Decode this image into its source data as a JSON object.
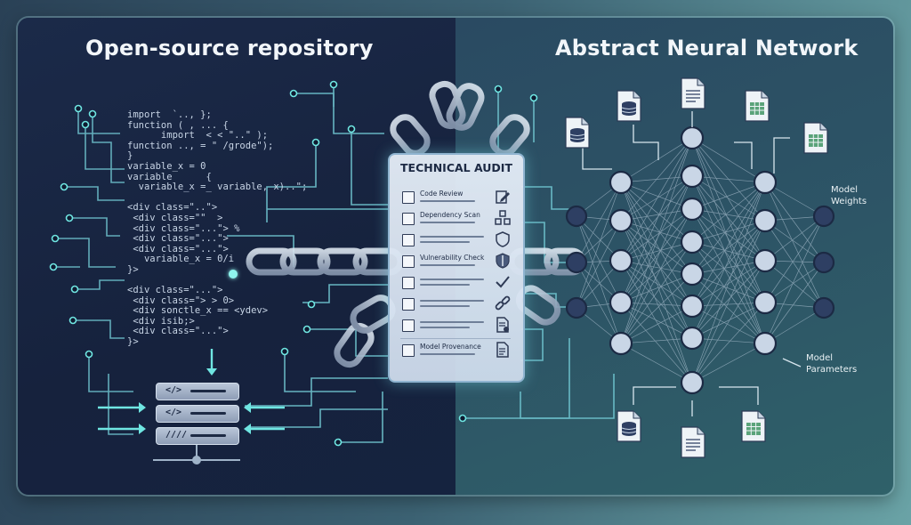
{
  "titles": {
    "left": "Open-source repository",
    "right": "Abstract Neural Network"
  },
  "code_lines": [
    "import  `.., };",
    "function ( , ... {",
    "      import  < < \"..\" );",
    "function .., = \" /grode\");",
    "}",
    "variable_x = 0",
    "variable      {",
    "  variable_x =_ variable, x)..\";",
    "",
    "<div class=\"..\">",
    " <div class=\"\"  >",
    " <div class=\"...\"> %",
    " <div class=\"...\">",
    " <div class=\"...\">",
    "   variable_x = 0/i",
    "}>",
    "",
    "<div class=\"...\">",
    " <div class=\"> > 0>",
    " <div sonctle_x == <ydev>",
    " <div isib;>",
    " <div class=\"...\">",
    "}>"
  ],
  "audit": {
    "title": "TECHNICAL AUDIT",
    "items": [
      {
        "label": "Code Review",
        "icon": "edit-icon"
      },
      {
        "label": "Dependency Scan",
        "icon": "blocks-icon"
      },
      {
        "label": "",
        "icon": "shield-icon"
      },
      {
        "label": "Vulnerability Check",
        "icon": "shield-check-icon"
      },
      {
        "label": "",
        "icon": "checkmark-icon"
      },
      {
        "label": "",
        "icon": "link-icon"
      },
      {
        "label": "",
        "icon": "document-check-icon"
      },
      {
        "label": "Model Provenance",
        "icon": "document-icon"
      }
    ]
  },
  "network_labels": {
    "weights": "Model Weights",
    "parameters": "Model Parameters"
  },
  "colors": {
    "glow": "#6fe6e2",
    "wire": "#5fb8c8",
    "node_fill": "#c9d6e6",
    "node_dark": "#2e3f63"
  }
}
